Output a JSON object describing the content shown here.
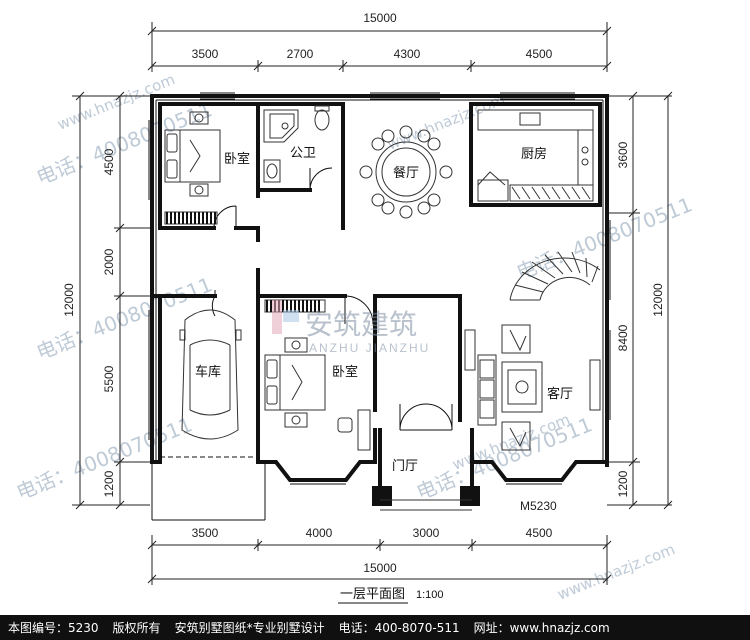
{
  "dimensions": {
    "top_total": "15000",
    "top_segments": [
      "3500",
      "2700",
      "4300",
      "4500"
    ],
    "bottom_total": "15000",
    "bottom_segments": [
      "3500",
      "4000",
      "3000",
      "4500"
    ],
    "left_total": "12000",
    "left_segments": [
      "4500",
      "2000",
      "5500",
      "1200"
    ],
    "right_total": "12000",
    "right_segments": [
      "3600",
      "8400",
      "1200"
    ]
  },
  "rooms": {
    "bedroom_top": "卧室",
    "bathroom": "公卫",
    "dining": "餐厅",
    "kitchen": "厨房",
    "garage": "车库",
    "bedroom_mid": "卧室",
    "living": "客厅",
    "foyer": "门厅"
  },
  "door_code": "M5230",
  "brand": {
    "name": "安筑建筑",
    "pinyin": "ANZHU JIANZHU"
  },
  "watermarks": {
    "phone": "电话：4008070511",
    "site": "www.hnazjz.com"
  },
  "plan_title": "一层平面图",
  "scale": "1:100",
  "footer": {
    "plan_no": "本图编号：5230",
    "copyright": "版权所有",
    "slogan": "安筑别墅图纸*专业别墅设计",
    "phone": "电话：400-8070-511",
    "website": "网址：www.hnazjz.com"
  },
  "colors": {
    "wall": "#111111",
    "watermark": "#b7c4d2",
    "footer_bg": "#101010"
  }
}
